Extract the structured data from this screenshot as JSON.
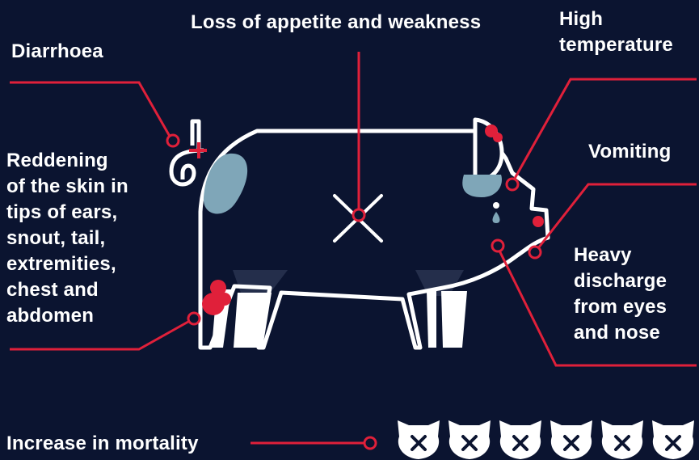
{
  "symptoms": {
    "appetite": "Loss of appetite and weakness",
    "diarrhoea": "Diarrhoea",
    "temperature_line1": "High",
    "temperature_line2": "temperature",
    "vomiting": "Vomiting",
    "skin_lines": [
      "Reddening",
      "of the skin in",
      "tips of ears,",
      "snout, tail,",
      "extremities,",
      "chest and",
      "abdomen"
    ],
    "discharge_lines": [
      "Heavy",
      "discharge",
      "from eyes",
      "and nose"
    ],
    "mortality": "Increase in mortality"
  },
  "mortality_icons": [
    "pig-face-icon",
    "pig-face-icon",
    "pig-face-icon",
    "pig-face-icon",
    "pig-face-icon",
    "pig-face-icon"
  ],
  "colors": {
    "background": "#0b1430",
    "line": "#e0203a",
    "outline": "#ffffff",
    "accent_blue": "#7fa6b8",
    "spot_red": "#e0203a"
  }
}
